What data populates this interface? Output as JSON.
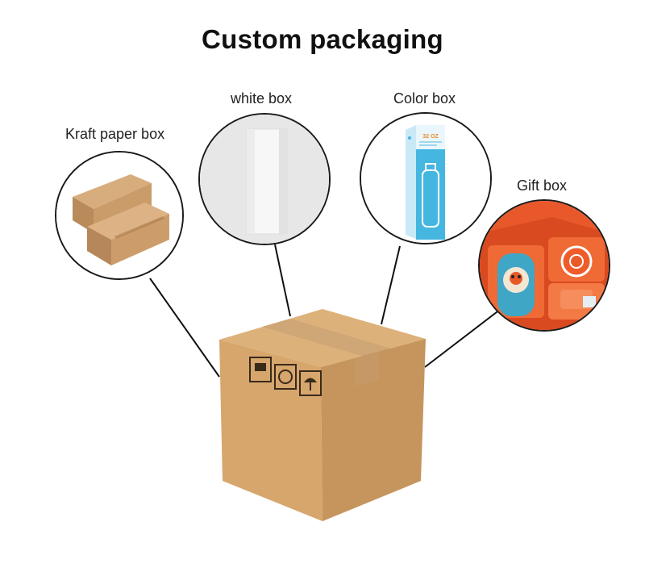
{
  "title": "Custom packaging",
  "labels": {
    "kraft": "Kraft paper box",
    "white": "white box",
    "color": "Color box",
    "gift": "Gift box"
  },
  "color_box_text": "32 OZ",
  "colors": {
    "kraft": "#c99c6a",
    "cardboard": "#d5a66d",
    "tape": "#c9a47a",
    "color_box": "#3fb2dc",
    "gift_box": "#e8582a"
  }
}
